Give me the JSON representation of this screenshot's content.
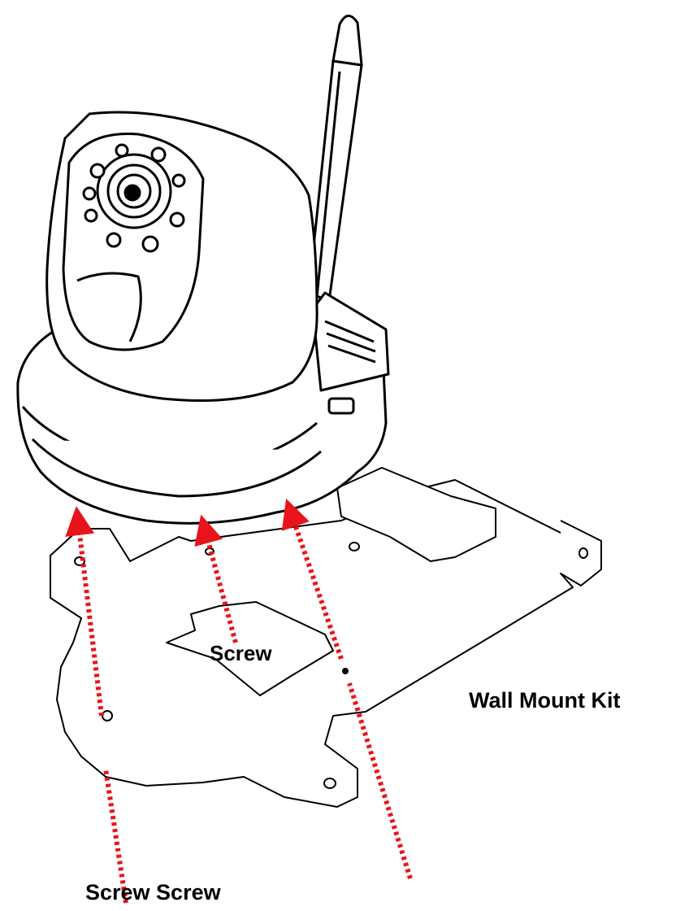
{
  "diagram": {
    "labels": {
      "screw_middle": "Screw",
      "wall_mount_kit": "Wall Mount Kit",
      "screw_bottom": "Screw Screw"
    },
    "colors": {
      "line": "#000000",
      "arrow": "#e8141c",
      "background": "#ffffff"
    },
    "parts": [
      "camera-icon",
      "antenna-icon",
      "wall-mount-plate-icon",
      "screw-arrow-icon"
    ]
  }
}
